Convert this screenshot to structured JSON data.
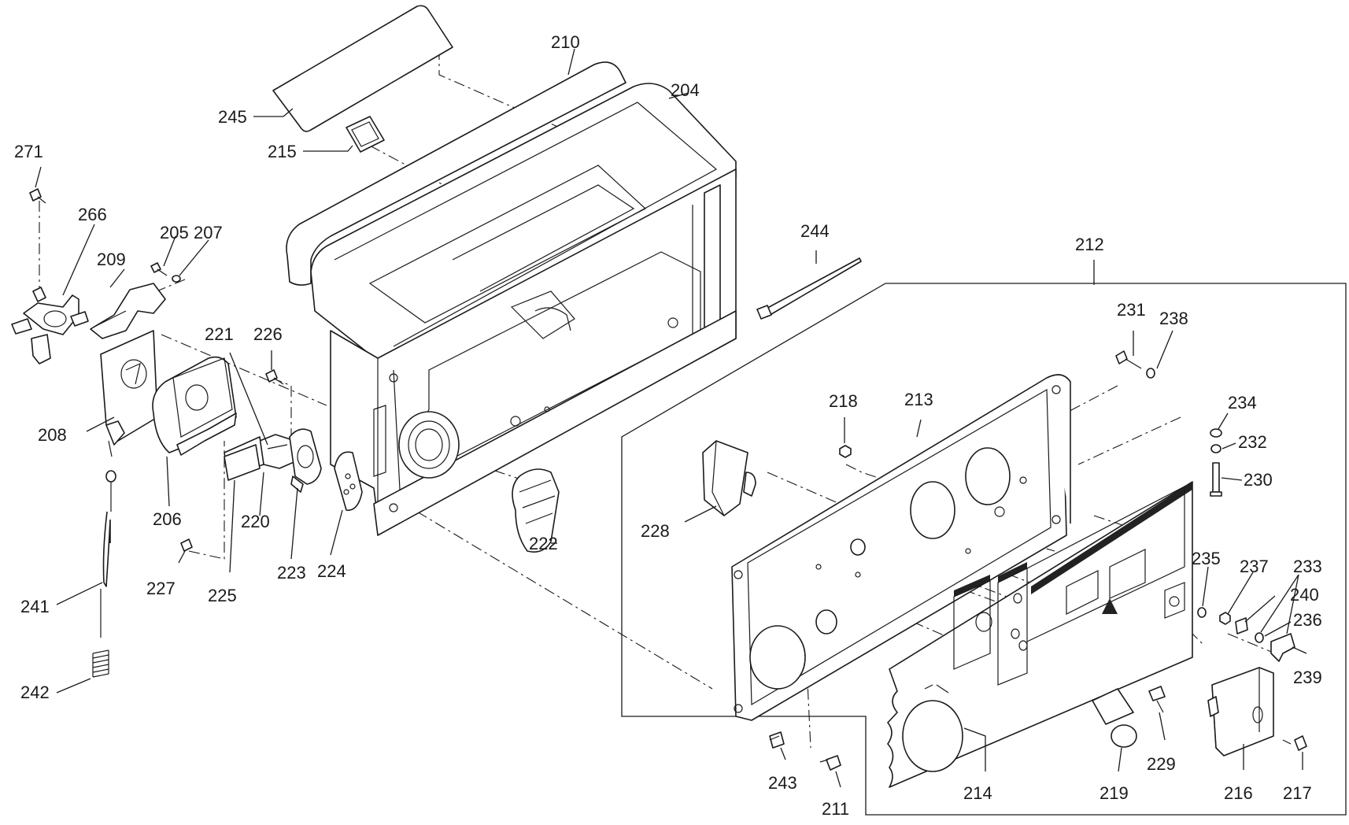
{
  "labels": {
    "p204": "204",
    "p205": "205",
    "p206": "206",
    "p207": "207",
    "p208": "208",
    "p209": "209",
    "p210": "210",
    "p211": "211",
    "p212": "212",
    "p213": "213",
    "p214": "214",
    "p215": "215",
    "p216": "216",
    "p217": "217",
    "p218": "218",
    "p219": "219",
    "p220": "220",
    "p221": "221",
    "p222": "222",
    "p223": "223",
    "p224": "224",
    "p225": "225",
    "p226": "226",
    "p227": "227",
    "p228": "228",
    "p229": "229",
    "p230": "230",
    "p231": "231",
    "p232": "232",
    "p233": "233",
    "p234": "234",
    "p235": "235",
    "p236": "236",
    "p237": "237",
    "p238": "238",
    "p239": "239",
    "p240": "240",
    "p241": "241",
    "p242": "242",
    "p243": "243",
    "p244": "244",
    "p245": "245",
    "p266": "266",
    "p271": "271"
  },
  "colors": {
    "line": "#1a1a1a",
    "background": "#ffffff",
    "fill": "#e9e9e9"
  }
}
